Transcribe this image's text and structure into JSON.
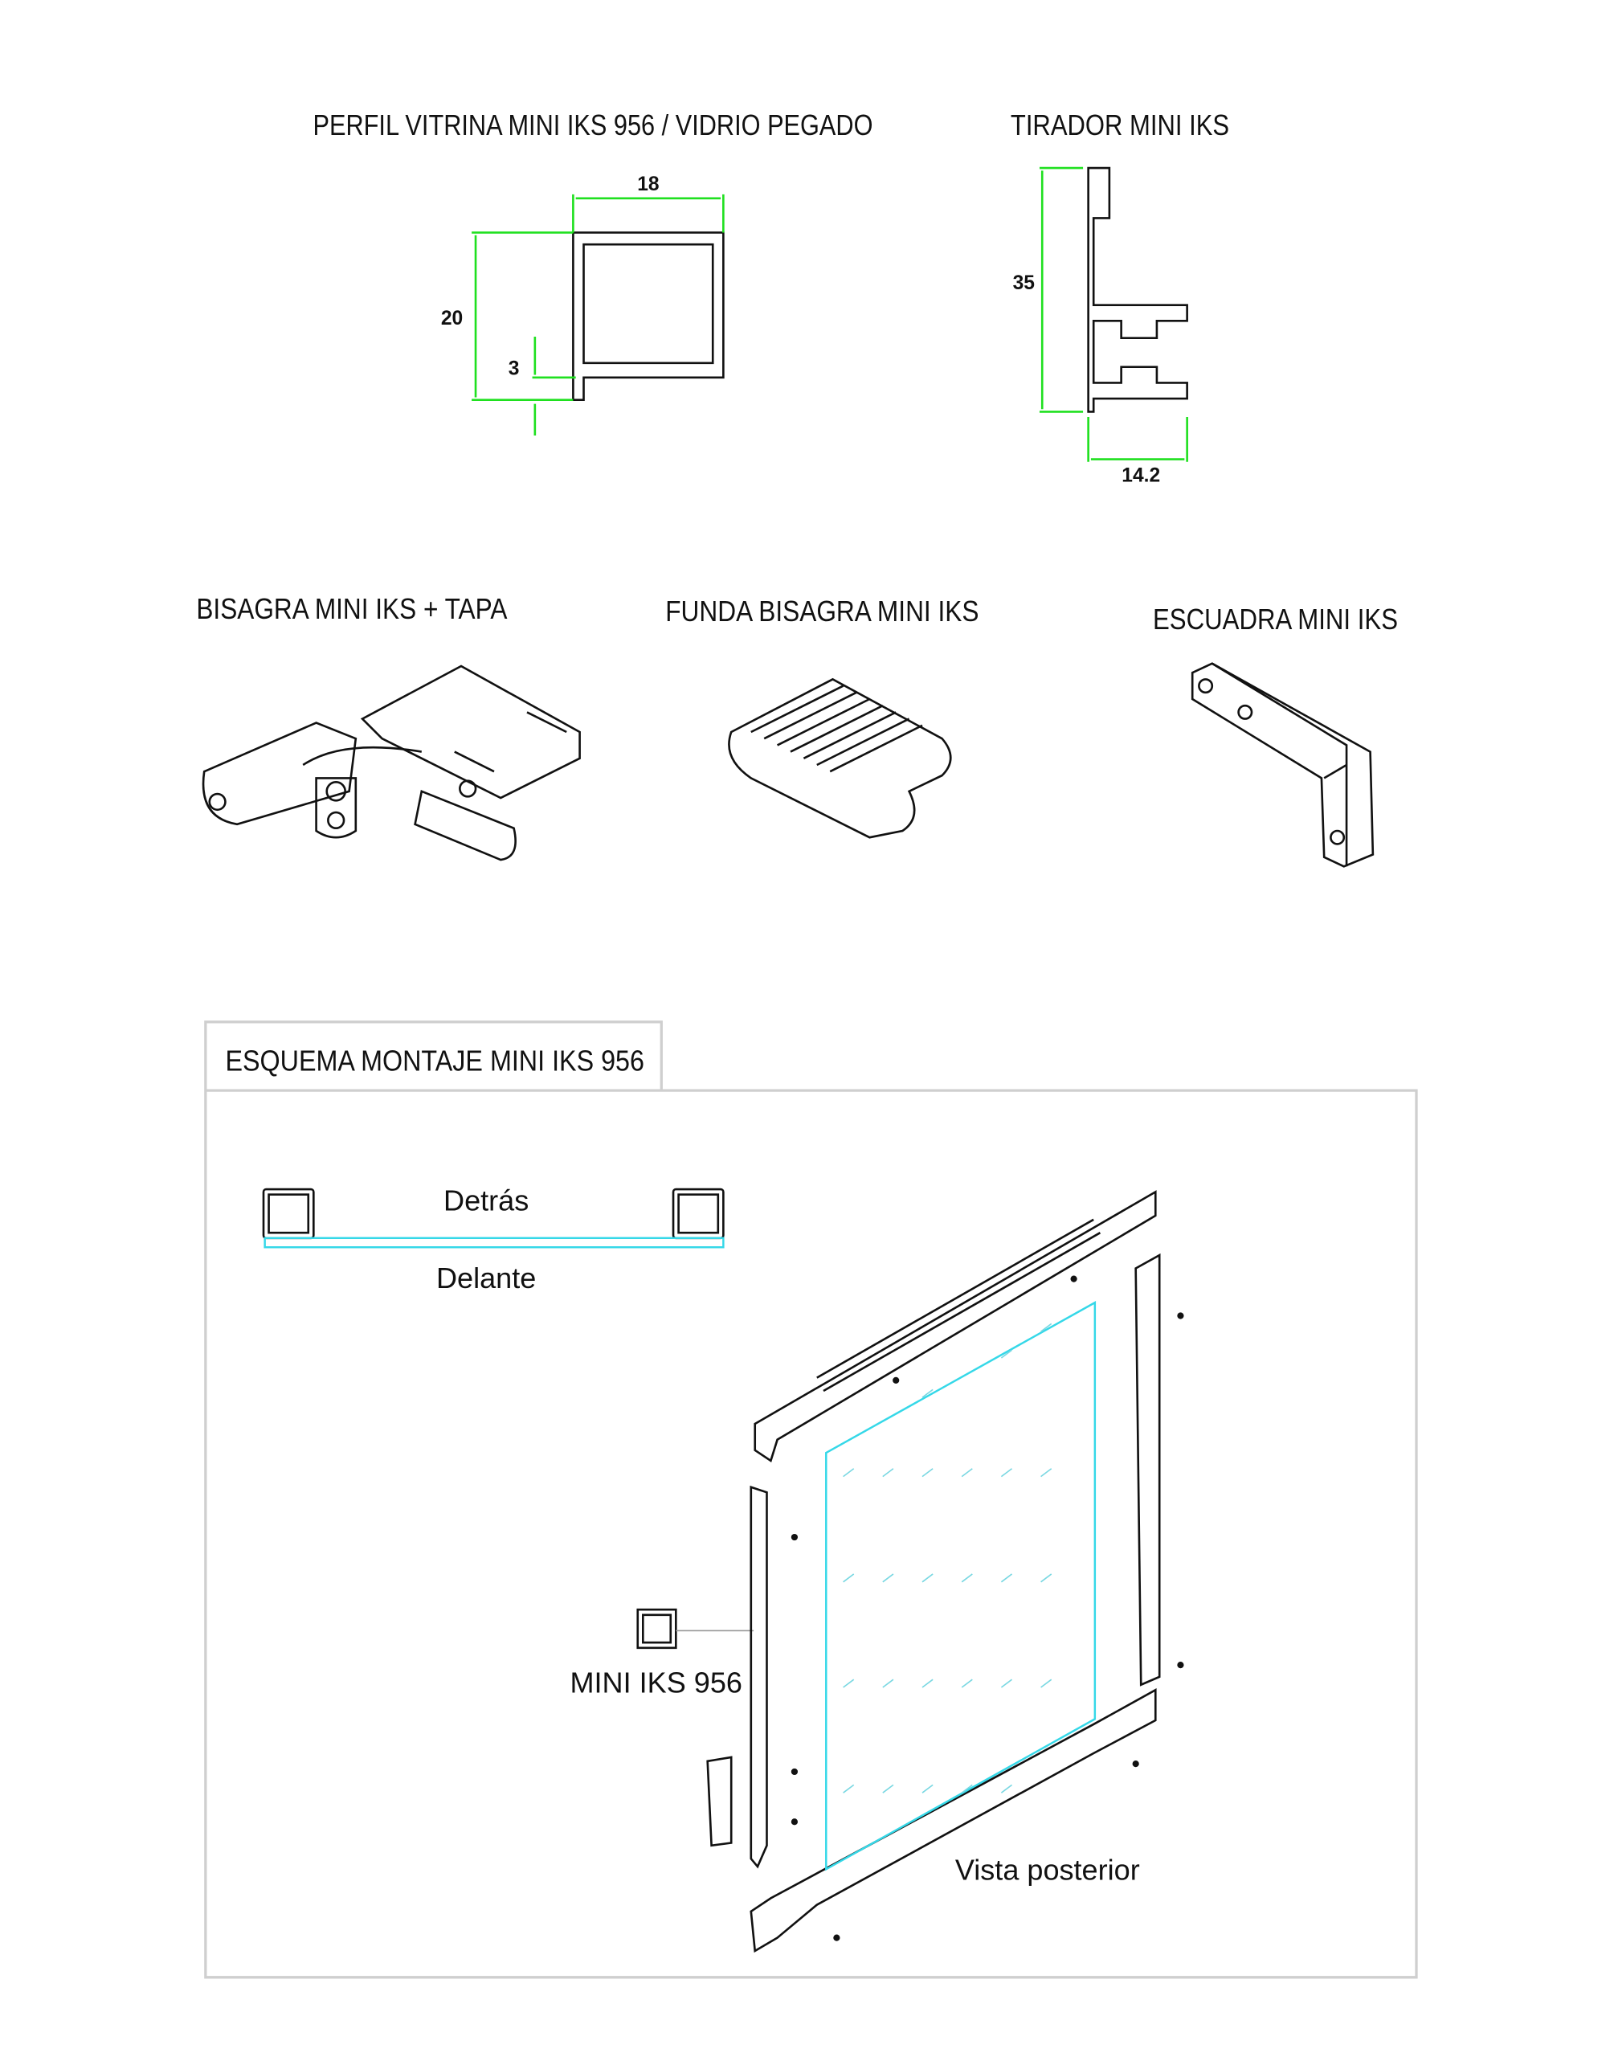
{
  "headings": {
    "perfil": "PERFIL VITRINA MINI IKS 956 / VIDRIO PEGADO",
    "tirador": "TIRADOR MINI IKS",
    "bisagra": "BISAGRA MINI IKS + TAPA",
    "funda": "FUNDA BISAGRA MINI IKS",
    "escuadra": "ESCUADRA MINI IKS"
  },
  "dimensions": {
    "perfil_width": "18",
    "perfil_height": "20",
    "perfil_lip": "3",
    "tirador_height": "35",
    "tirador_width": "14.2"
  },
  "montaje": {
    "title": "ESQUEMA MONTAJE MINI IKS 956",
    "back_label": "Detrás",
    "front_label": "Delante",
    "profile_label": "MINI IKS 956",
    "view_label": "Vista posterior"
  },
  "colors": {
    "dimension": "#1fe01f",
    "glass": "#35d8e8",
    "border": "#cfcfcf"
  }
}
